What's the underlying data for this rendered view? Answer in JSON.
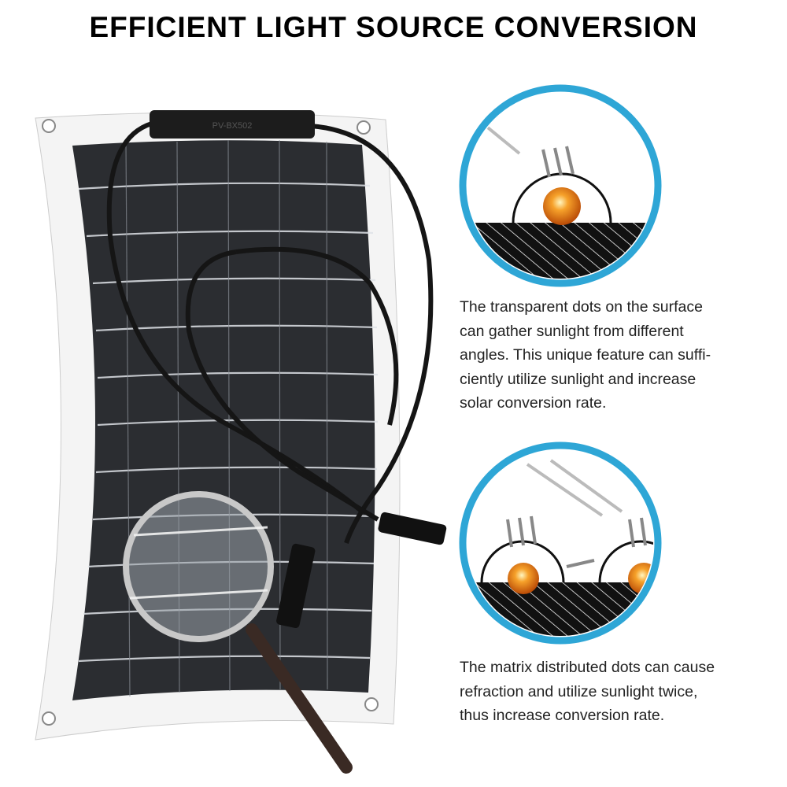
{
  "title": "EFFICIENT LIGHT SOURCE CONVERSION",
  "junction_box_label": "PV-BX502",
  "description_1": [
    "The transparent dots on the surface",
    "can gather sunlight from different",
    "angles. This unique feature can suffi-",
    "ciently utilize sunlight and increase",
    "solar conversion rate."
  ],
  "description_2": [
    "The matrix distributed dots can cause",
    "refraction and utilize sunlight twice,",
    "thus increase conversion rate."
  ],
  "colors": {
    "ring": "#2ea6d6",
    "sun": "#f08a1c",
    "panel": "#2b2d31",
    "title": "#000000"
  }
}
